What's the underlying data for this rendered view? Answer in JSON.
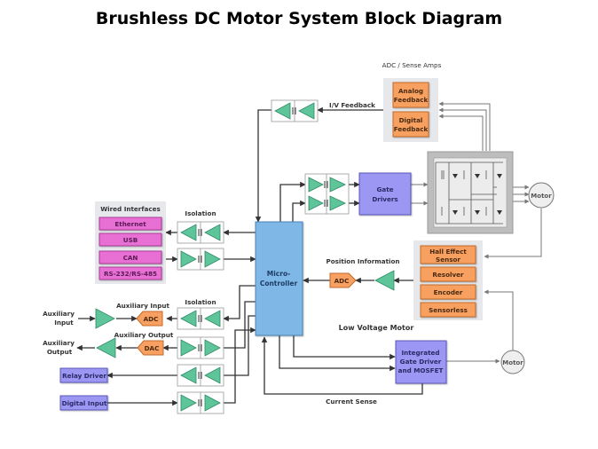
{
  "title": "Brushless DC Motor System Block Diagram",
  "colors": {
    "orange": "#f7a061",
    "pink": "#e86fd4",
    "purple": "#9b97f2",
    "blue": "#7fb7e6",
    "green_amp": "#5ec49a",
    "panel_gray": "#e6e8ec",
    "line": "#333333"
  },
  "labels": {
    "adc_sense_amps": "ADC / Sense Amps",
    "iv_feedback": "I/V Feedback",
    "wired_interfaces": "Wired Interfaces",
    "isolation_top": "Isolation",
    "isolation_bottom": "Isolation",
    "position_information": "Position Information",
    "low_voltage_motor": "Low Voltage Motor",
    "auxiliary_input_label": "Auxiliary Input",
    "auxiliary_output_label": "Auxiliary Output",
    "auxiliary_input_line1": "Auxiliary",
    "auxiliary_input_line2": "Input",
    "auxiliary_output_line1": "Auxiliary",
    "auxiliary_output_line2": "Output",
    "current_sense": "Current Sense"
  },
  "blocks": {
    "analog_feedback": [
      "Analog",
      "Feedback"
    ],
    "digital_feedback": [
      "Digital",
      "Feedback"
    ],
    "gate_drivers": [
      "Gate",
      "Drivers"
    ],
    "microcontroller": [
      "Micro-",
      "Controller"
    ],
    "integrated_gate_driver": [
      "Integrated",
      "Gate Driver",
      "and MOSFET"
    ],
    "motor_top": "Motor",
    "motor_bottom": "Motor",
    "adc_position": "ADC",
    "adc_aux": "ADC",
    "dac_aux": "DAC",
    "relay_driver": "Relay Driver",
    "digital_input": "Digital Input"
  },
  "wired_interfaces": [
    "Ethernet",
    "USB",
    "CAN",
    "RS-232/RS-485"
  ],
  "position_sensors": [
    [
      "Hall Effect",
      "Sensor"
    ],
    [
      "Resolver"
    ],
    [
      "Encoder"
    ],
    [
      "Sensorless"
    ]
  ]
}
